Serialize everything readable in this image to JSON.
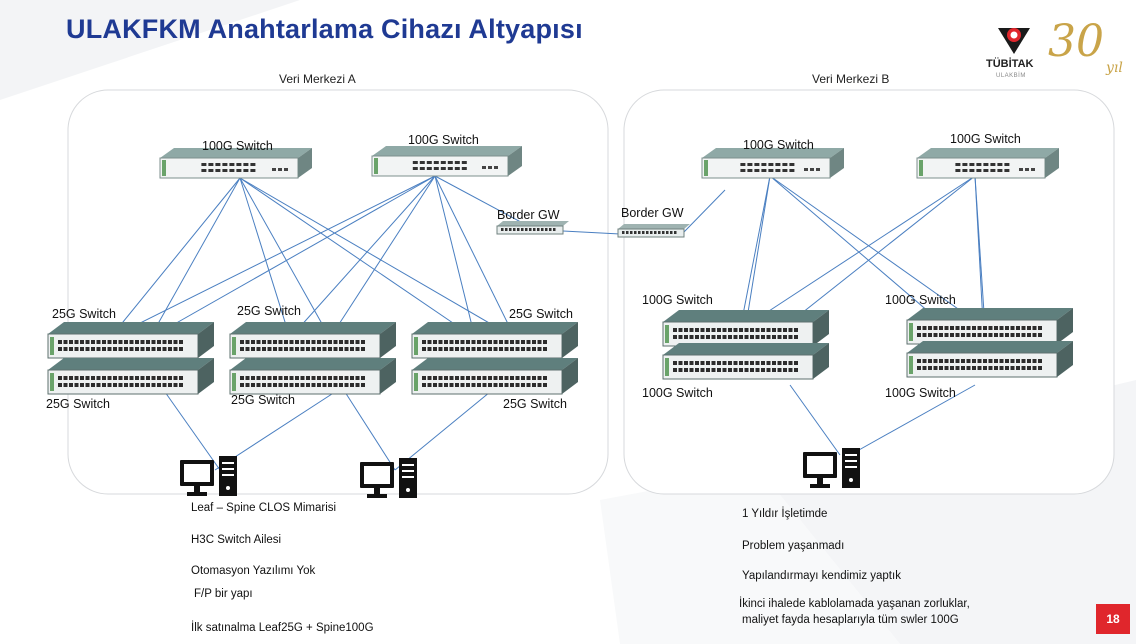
{
  "title": "ULAKFKM Anahtarlama Cihazı Altyapısı",
  "logo": {
    "name": "TÜBİTAK",
    "sub": "ULAKBİM",
    "anniversary": "30",
    "anniversary_suffix": "yıl"
  },
  "dc_a": {
    "title": "Veri Merkezi A",
    "spine_labels": [
      "100G Switch",
      "100G Switch"
    ],
    "leaf_labels": [
      "25G Switch",
      "25G Switch",
      "25G Switch",
      "25G Switch",
      "25G Switch",
      "25G Switch"
    ]
  },
  "dc_b": {
    "title": "Veri Merkezi B",
    "spine_labels": [
      "100G Switch",
      "100G Switch"
    ],
    "leaf_labels": [
      "100G Switch",
      "100G Switch",
      "100G Switch",
      "100G Switch"
    ]
  },
  "border_gw_labels": [
    "Border GW",
    "Border GW"
  ],
  "notes_left": [
    "Leaf – Spine CLOS Mimarisi",
    "H3C Switch Ailesi",
    "Otomasyon Yazılımı Yok",
    "F/P bir yapı",
    "İlk satınalma Leaf25G + Spine100G"
  ],
  "notes_right": [
    "1 Yıldır İşletimde",
    "Problem yaşanmadı",
    "Yapılandırmayı kendimiz yaptık",
    "İkinci ihalede kablolamada yaşanan zorluklar,",
    "maliyet fayda hesaplarıyla tüm swler 100G"
  ],
  "page_number": "18",
  "colors": {
    "title": "#1f3a93",
    "link": "#4a7fc1",
    "page_badge": "#e0262c",
    "switch_body": "#5f7f7d"
  }
}
